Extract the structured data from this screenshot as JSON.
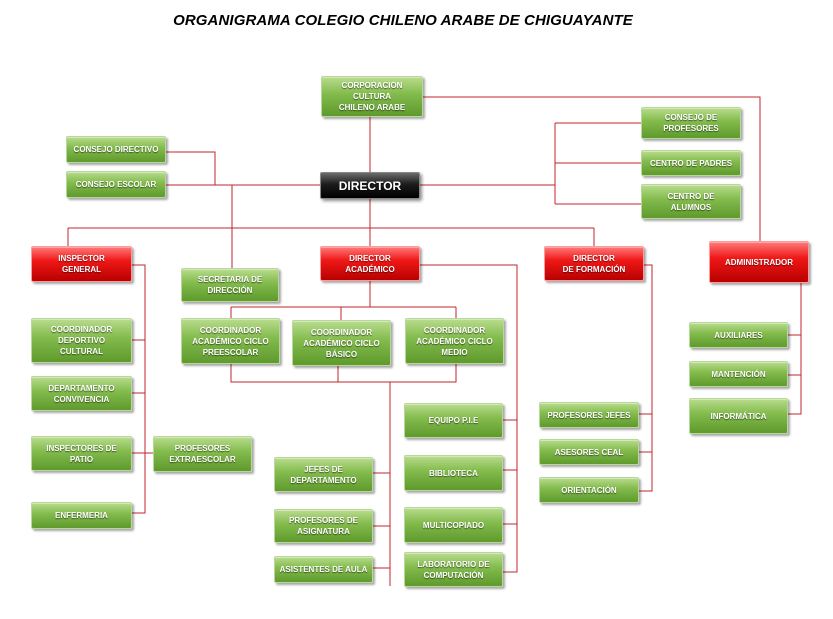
{
  "title": "ORGANIGRAMA COLEGIO CHILENO ARABE DE CHIGUAYANTE",
  "colors": {
    "line": "#c0262c",
    "green": "#6ea63a",
    "red": "#e81010",
    "black": "#111111"
  },
  "nodes": {
    "corporacion": "CORPORACION\nCULTURA\nCHILENO ARABE",
    "consejo_directivo": "CONSEJO DIRECTIVO",
    "consejo_escolar": "CONSEJO ESCOLAR",
    "director": "DIRECTOR",
    "consejo_profesores": "CONSEJO DE\nPROFESORES",
    "centro_padres": "CENTRO DE PADRES",
    "centro_alumnos": "CENTRO DE\nALUMNOS",
    "inspector_general": "INSPECTOR\nGENERAL",
    "secretaria": "SECRETARIA DE\nDIRECCIÓN",
    "director_academico": "DIRECTOR\nACADÉMICO",
    "director_formacion": "DIRECTOR\nDE FORMACIÓN",
    "administrador": "ADMINISTRADOR",
    "coord_deportivo": "COORDINADOR\nDEPORTIVO\nCULTURAL",
    "depto_convivencia": "DEPARTAMENTO\nCONVIVENCIA",
    "inspectores_patio": "INSPECTORES DE\nPATIO",
    "enfermeria": "ENFERMERIA",
    "profesores_extraescolar": "PROFESORES\nEXTRAESCOLAR",
    "coord_preescolar": "COORDINADOR\nACADÉMICO CICLO\nPREESCOLAR",
    "coord_basico": "COORDINADOR\nACADÉMICO CICLO\nBÁSICO",
    "coord_medio": "COORDINADOR\nACADÉMICO CICLO\nMEDIO",
    "equipo_pie": "EQUIPO P.I.E",
    "biblioteca": "BIBLIOTECA",
    "multicopiado": "MULTICOPIADO",
    "laboratorio": "LABORATORIO DE\nCOMPUTACIÓN",
    "jefes_departamento": "JEFES DE\nDEPARTAMENTO",
    "profesores_asignatura": "PROFESORES DE\nASIGNATURA",
    "asistentes_aula": "ASISTENTES DE AULA",
    "profesores_jefes": "PROFESORES JEFES",
    "asesores_ceal": "ASESORES CEAL",
    "orientacion": "ORIENTACIÓN",
    "auxiliares": "AUXILIARES",
    "mantencion": "MANTENCIÓN",
    "informatica": "INFORMÁTICA"
  }
}
